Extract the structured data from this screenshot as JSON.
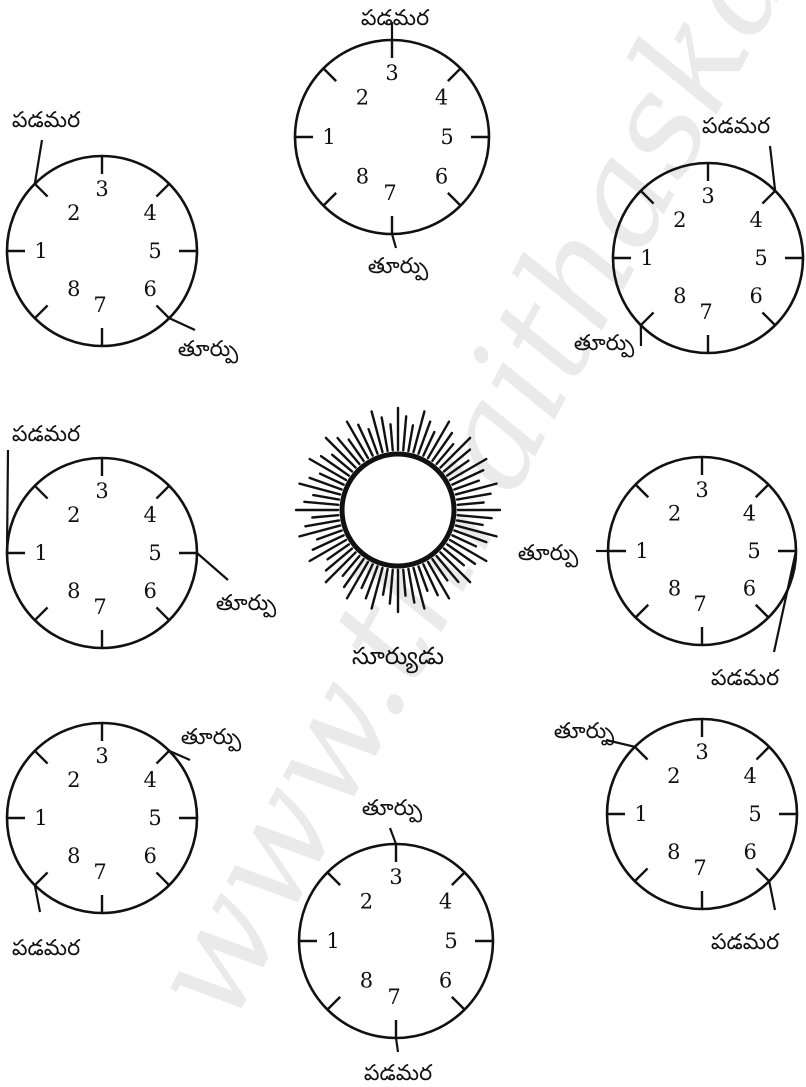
{
  "watermark": "www.thraithaskam.org",
  "sun_label": "సూర్యుడు",
  "sector_numbers": [
    "1",
    "2",
    "3",
    "4",
    "5",
    "6",
    "7",
    "8"
  ],
  "dials": [
    {
      "id": "top-center",
      "west_label": "పడమర",
      "east_label": "తూర్పు",
      "west_at": "3",
      "east_at": "7"
    },
    {
      "id": "top-left",
      "west_label": "పడమర",
      "east_label": "తూర్పు",
      "west_at": "2",
      "east_at": "6"
    },
    {
      "id": "top-right",
      "west_label": "పడమర",
      "east_label": "తూర్పు",
      "west_at": "4",
      "east_at": "8"
    },
    {
      "id": "middle-left",
      "west_label": "పడమర",
      "east_label": "తూర్పు",
      "west_at": "1",
      "east_at": "5"
    },
    {
      "id": "middle-right",
      "west_label": "పడమర",
      "east_label": "తూర్పు",
      "west_at": "5",
      "east_at": "1"
    },
    {
      "id": "bottom-left",
      "west_label": "పడమర",
      "east_label": "తూర్పు",
      "west_at": "8",
      "east_at": "4"
    },
    {
      "id": "bottom-right",
      "west_label": "పడమర",
      "east_label": "తూర్పు",
      "west_at": "6",
      "east_at": "2"
    },
    {
      "id": "bottom-center",
      "west_label": "పడమర",
      "east_label": "తూర్పు",
      "west_at": "7",
      "east_at": "3"
    }
  ]
}
